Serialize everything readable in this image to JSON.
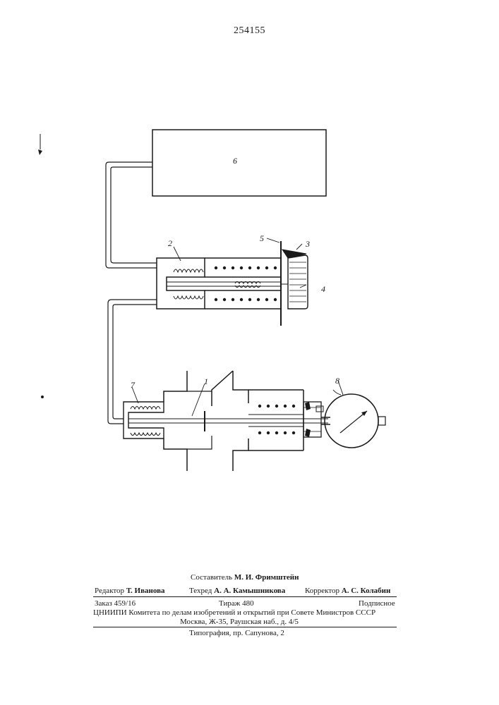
{
  "header": {
    "patent_number": "254155"
  },
  "figure": {
    "labels": {
      "block_6": "6",
      "bellows_2": "2",
      "plate_5": "5",
      "wedge_3": "3",
      "knob_4": "4",
      "rod_1": "1",
      "bellows_7": "7",
      "gauge_8": "8"
    }
  },
  "footer": {
    "compiler_label": "Составитель",
    "compiler_name": "М. И. Фримштейн",
    "editor_label": "Редактор",
    "editor_name": "Т. Иванова",
    "techred_label": "Техред",
    "techred_name": "А. А. Камышникова",
    "corrector_label": "Корректор",
    "corrector_name": "А. С. Колабин",
    "order": "Заказ 459/16",
    "circulation": "Тираж 480",
    "subscription": "Подписное",
    "institute": "ЦНИИПИ Комитета по делам изобретений и открытий при Совете Министров СССР",
    "address": "Москва, Ж-35, Раушская наб., д. 4/5",
    "printer": "Типография, пр. Сапунова, 2"
  }
}
